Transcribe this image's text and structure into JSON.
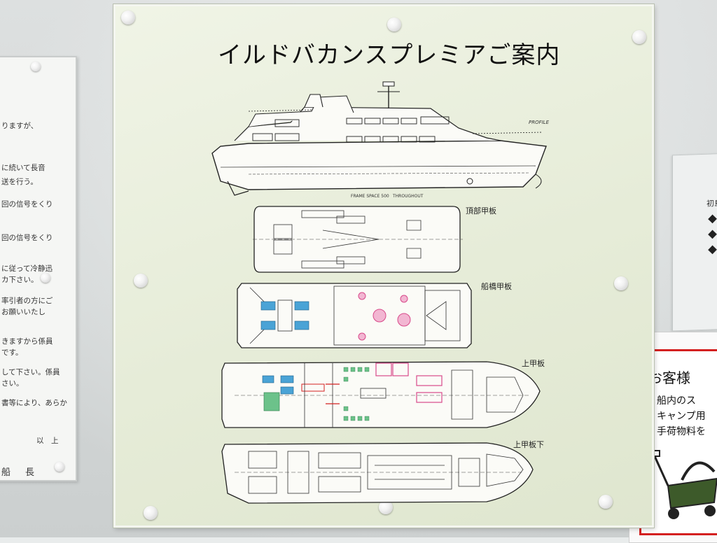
{
  "board": {
    "title": "イルドバカンスプレミアご案内",
    "profile_label": "PROFILE",
    "frame_note_left": "FRAME SPACE 500",
    "frame_note_right": "THROUGHOUT",
    "decks": [
      {
        "id": "top",
        "label": "頂部甲板"
      },
      {
        "id": "bridge",
        "label": "船橋甲板"
      },
      {
        "id": "upper",
        "label": "上甲板"
      },
      {
        "id": "below-upper",
        "label": "上甲板下"
      }
    ],
    "colors": {
      "board_bg": "#e6ecd8",
      "toilet_blue": "#4aa3d6",
      "accessible_green": "#6cc28a",
      "seat_pink": "#d84a8a",
      "sign_red": "#d42020"
    }
  },
  "left_notice": {
    "lines": [
      "りますが、",
      "に続いて長音",
      "送を行う。",
      "回の信号をくり",
      "回の信号をくり",
      "に従って冷静迅",
      "カ下さい。",
      "率引者の方にご",
      "お願いいたし",
      "きますから係員",
      "です。",
      "して下さい。係員",
      "さい。",
      "書等により、あらか",
      "以　上"
    ],
    "signature": "船　長"
  },
  "right_sign": {
    "label": "初島"
  },
  "notice_card": {
    "heading": "お客様",
    "lines": [
      "船内のス",
      "キャンプ用",
      "手荷物料を"
    ]
  }
}
